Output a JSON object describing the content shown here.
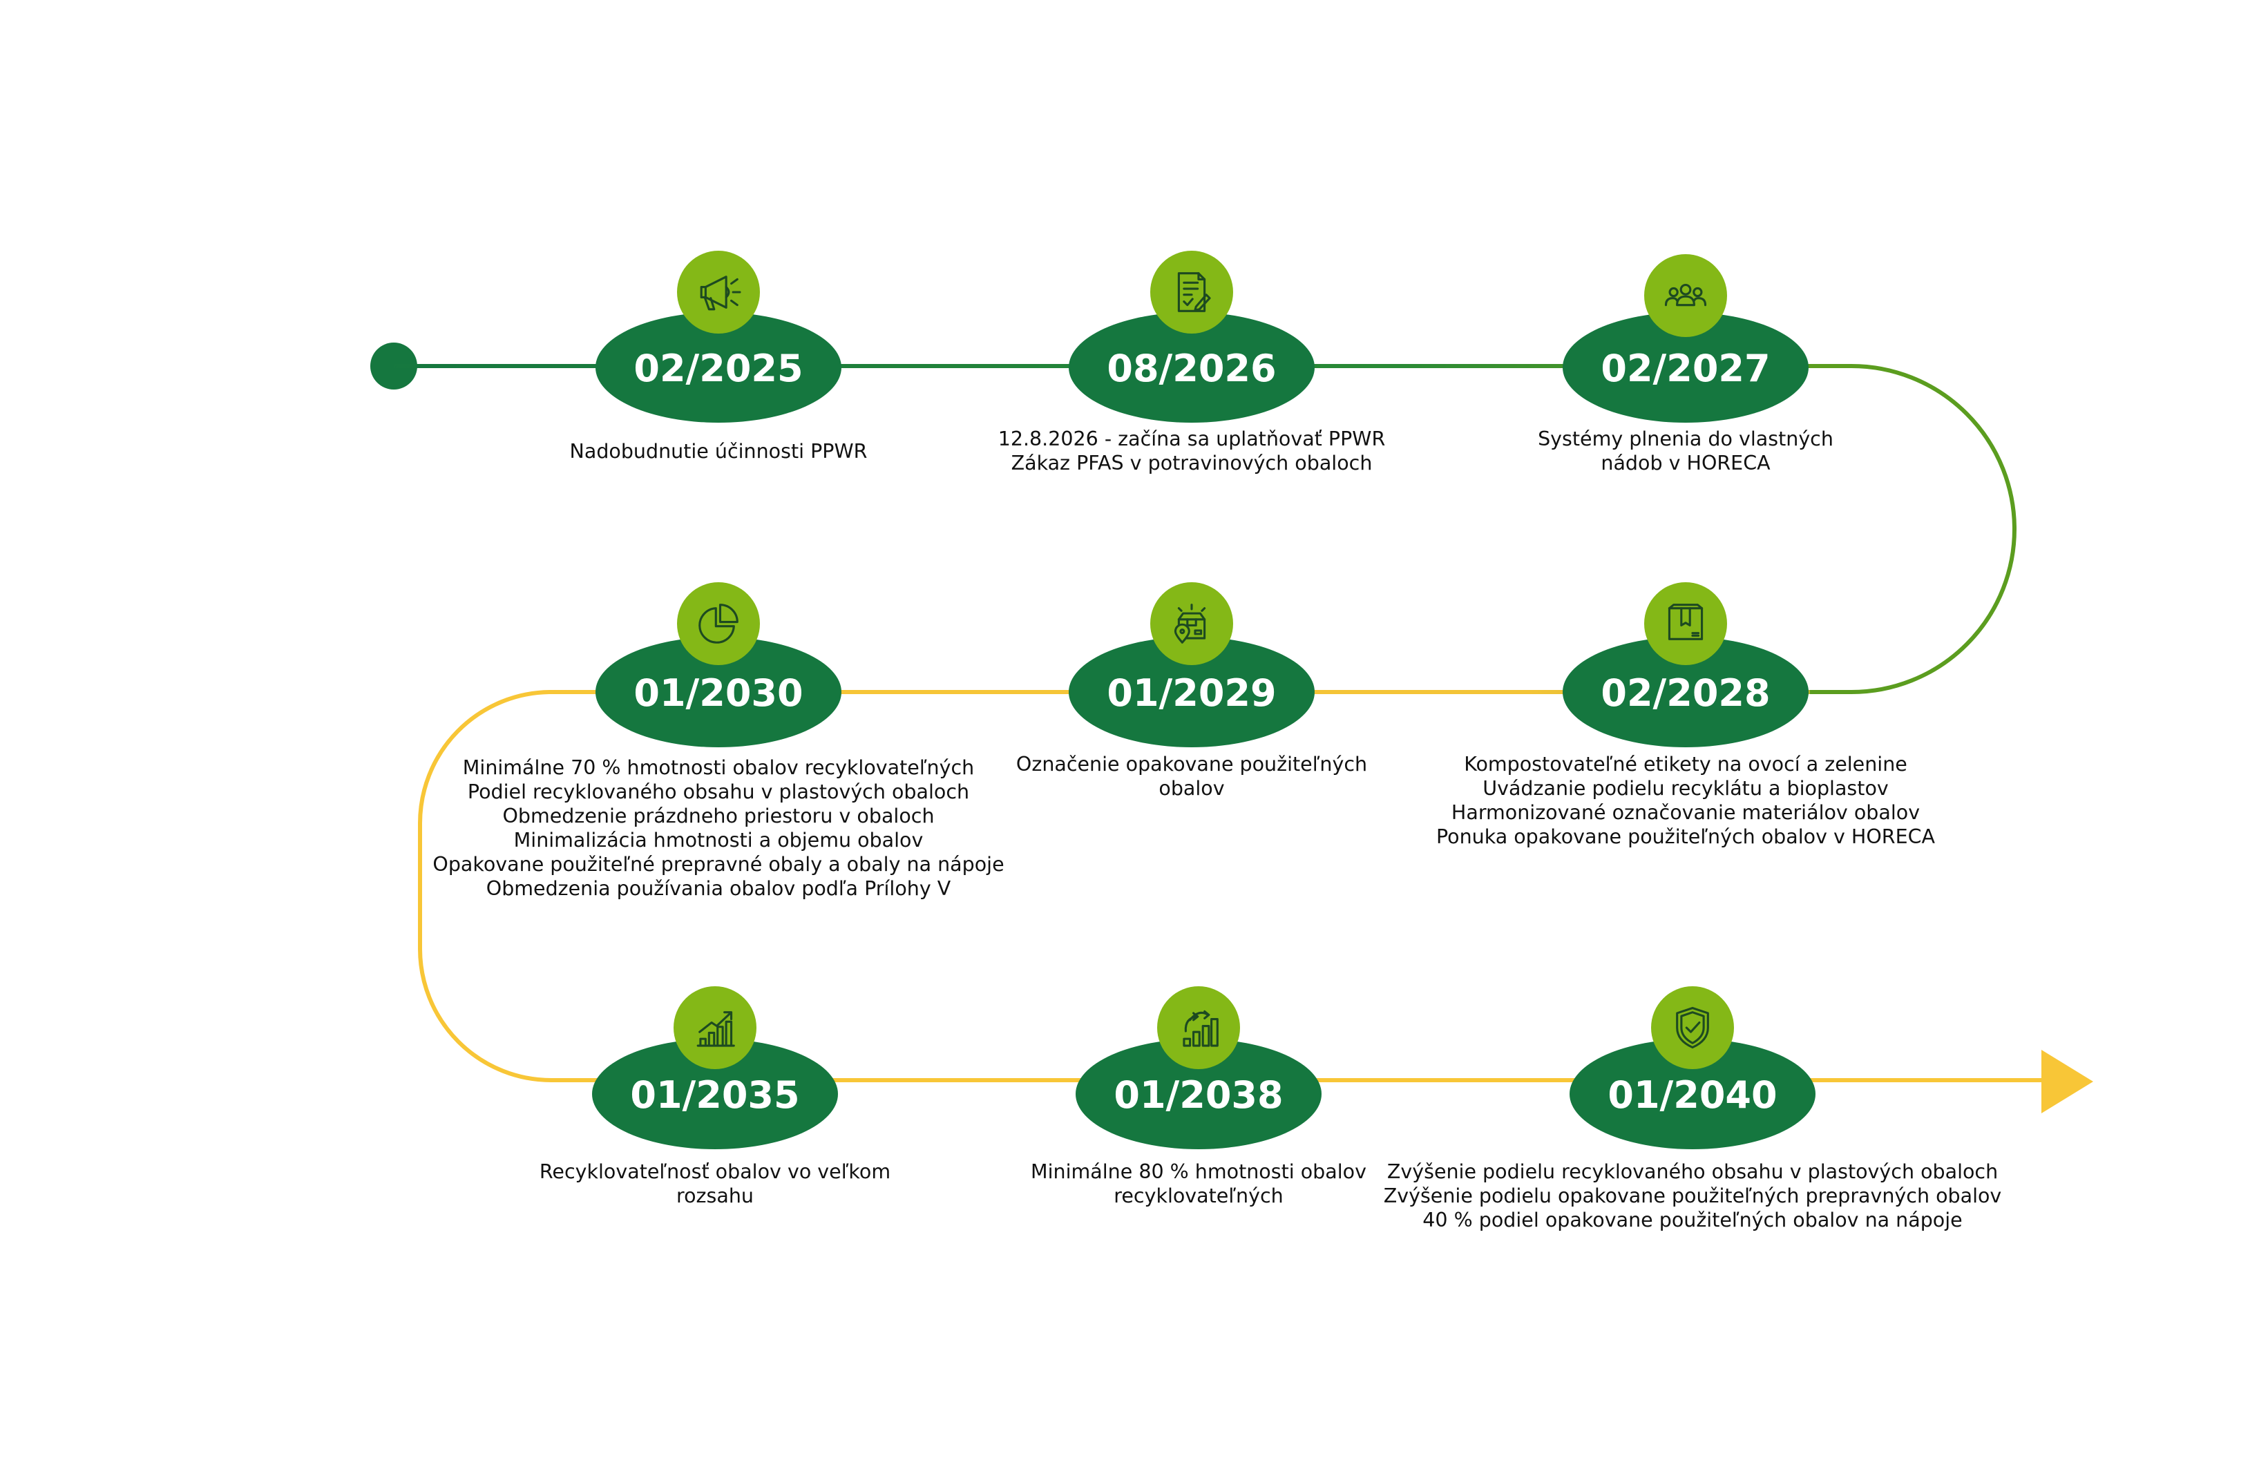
{
  "colors": {
    "dark_green": "#15773f",
    "light_green": "#84b817",
    "mid_green": "#5b9d1f",
    "yellow": "#f8c637",
    "icon_stroke": "#1d4a21"
  },
  "milestones": [
    {
      "date": "02/2025",
      "icon": "megaphone-icon",
      "lines": [
        "Nadobudnutie účinnosti PPWR"
      ]
    },
    {
      "date": "08/2026",
      "icon": "document-check-icon",
      "lines": [
        "12.8.2026 - začína sa uplatňovať PPWR",
        "Zákaz PFAS v potravinových obaloch"
      ]
    },
    {
      "date": "02/2027",
      "icon": "people-group-icon",
      "lines": [
        "Systémy plnenia do vlastných",
        "nádob v HORECA"
      ]
    },
    {
      "date": "02/2028",
      "icon": "package-box-icon",
      "lines": [
        "Kompostovateľné etikety na ovocí a zelenine",
        "Uvádzanie podielu recyklátu a bioplastov",
        "Harmonizované označovanie materiálov obalov",
        "Ponuka opakovane použiteľných obalov v HORECA"
      ]
    },
    {
      "date": "01/2029",
      "icon": "box-location-icon",
      "lines": [
        "Označenie opakovane použiteľných",
        "obalov"
      ]
    },
    {
      "date": "01/2030",
      "icon": "pie-chart-icon",
      "lines": [
        "Minimálne 70 % hmotnosti obalov recyklovateľných",
        "Podiel recyklovaného obsahu v plastových obaloch",
        "Obmedzenie prázdneho priestoru v obaloch",
        "Minimalizácia hmotnosti a objemu obalov",
        "Opakovane použiteľné prepravné obaly a obaly na nápoje",
        "Obmedzenia používania obalov podľa Prílohy V"
      ]
    },
    {
      "date": "01/2035",
      "icon": "growth-chart-icon",
      "lines": [
        "Recyklovateľnosť obalov vo veľkom",
        "rozsahu"
      ]
    },
    {
      "date": "01/2038",
      "icon": "recycle-growth-icon",
      "lines": [
        "Minimálne 80 % hmotnosti obalov",
        "recyklovateľných"
      ]
    },
    {
      "date": "01/2040",
      "icon": "shield-check-icon",
      "lines": [
        "Zvýšenie podielu recyklovaného obsahu v plastových obaloch",
        "Zvýšenie podielu opakovane použiteľných prepravných obalov",
        "40 % podiel opakovane použiteľných obalov na nápoje"
      ]
    }
  ]
}
